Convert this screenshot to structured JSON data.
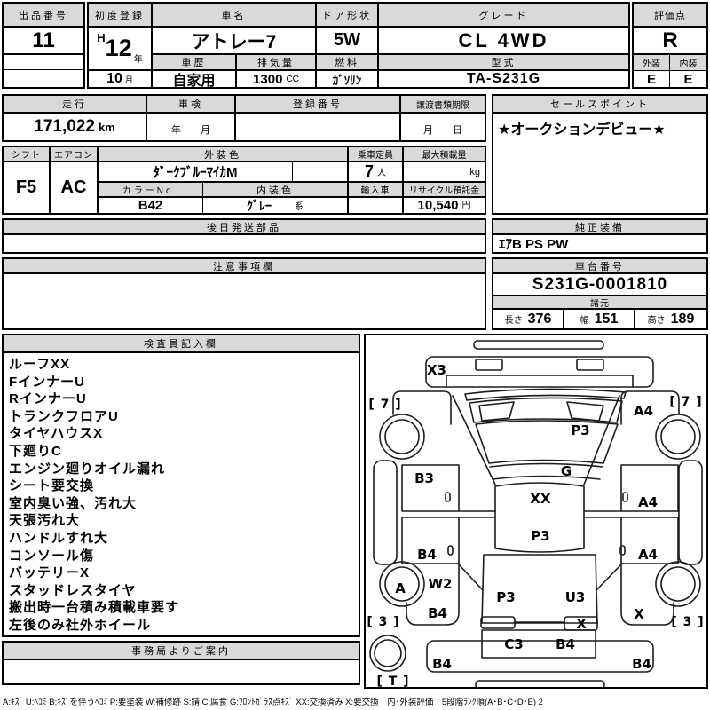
{
  "colors": {
    "header_bg": "#d9d9d9",
    "line": "#000000"
  },
  "header": {
    "auction_no_label": "出品番号",
    "auction_no": "11",
    "first_reg_label": "初度登録",
    "first_reg_era": "H",
    "first_reg_year": "12",
    "first_reg_year_unit": "年",
    "first_reg_month": "10",
    "first_reg_month_unit": "月",
    "car_name_label": "車名",
    "car_name": "アトレー7",
    "door_label": "ドア形状",
    "door": "5W",
    "grade_label": "グレード",
    "grade": "CL 4WD",
    "score_label": "評価点",
    "score": "R",
    "history_label": "車歴",
    "history": "自家用",
    "displacement_label": "排気量",
    "displacement": "1300",
    "displacement_unit": "CC",
    "fuel_label": "燃料",
    "fuel": "ｶﾞｿﾘﾝ",
    "model_label": "型式",
    "model": "TA-S231G",
    "exterior_label": "外装",
    "exterior_grade": "E",
    "interior_label": "内装",
    "interior_grade": "E"
  },
  "row2": {
    "mileage_label": "走行",
    "mileage": "171,022",
    "mileage_unit": "km",
    "shaken_label": "車検",
    "shaken_value": "年　　月",
    "reg_no_label": "登録番号",
    "reg_no": "",
    "transfer_label": "譲渡書類期限",
    "transfer_value": "月　　日",
    "sales_label": "セールスポイント",
    "sales_point": "★オークションデビュー★"
  },
  "row3": {
    "shift_label": "シフト",
    "shift": "F5",
    "aircon_label": "エアコン",
    "aircon": "AC",
    "ext_color_label": "外装色",
    "ext_color": "ﾀﾞｰｸﾌﾞﾙｰﾏｲｶM",
    "color_no_label": "カラーNo.",
    "color_no": "B42",
    "int_color_label": "内装色",
    "int_color": "ｸﾞﾚｰ",
    "int_color_unit": "系",
    "capacity_label": "乗車定員",
    "capacity": "7",
    "capacity_unit": "人",
    "max_load_label": "最大積載量",
    "max_load": "",
    "max_load_unit": "kg",
    "import_label": "輸入車",
    "import_value": "",
    "recycle_label": "リサイクル預託金",
    "recycle": "10,540",
    "recycle_unit": "円"
  },
  "sections": {
    "later_parts_label": "後日発送部品",
    "later_parts": "",
    "equip_label": "純正装備",
    "equip": "ｴｱB PS PW",
    "notes_label": "注意事項欄",
    "notes": "",
    "chassis_label": "車台番号",
    "chassis_no": "S231G-0001810",
    "specs_label": "諸元",
    "length_label": "長さ",
    "length": "376",
    "width_label": "幅",
    "width": "151",
    "height_label": "高さ",
    "height": "189",
    "inspector_label": "検査員記入欄",
    "inspector_notes": [
      "ルーフXX",
      "FインナーU",
      "RインナーU",
      "トランクフロアU",
      "タイヤハウスX",
      "下廻りC",
      "エンジン廻りオイル漏れ",
      "シート要交換",
      "室内臭い強、汚れ大",
      "天張汚れ大",
      "ハンドルすれ大",
      "コンソール傷",
      "バッテリーX",
      "スタッドレスタイヤ",
      "搬出時一台積み積載車要す",
      "左後のみ社外ホイール"
    ],
    "office_label": "事務局よりご案内",
    "office_note": ""
  },
  "diagram": {
    "labels": [
      {
        "id": "front-panel",
        "text": "X3"
      },
      {
        "id": "tire-front-left",
        "text": "[ 7 ]"
      },
      {
        "id": "tire-front-right",
        "text": "[ 7 ]"
      },
      {
        "id": "fender-front-right",
        "text": "A4"
      },
      {
        "id": "windshield",
        "text": "P3"
      },
      {
        "id": "front-glass",
        "text": "G"
      },
      {
        "id": "door-front-left",
        "text": "B3"
      },
      {
        "id": "roof-center",
        "text": "XX"
      },
      {
        "id": "door-front-right",
        "text": "A4"
      },
      {
        "id": "roof-rear",
        "text": "P3"
      },
      {
        "id": "door-rear-left",
        "text": "B4"
      },
      {
        "id": "door-rear-right",
        "text": "A4"
      },
      {
        "id": "wheel-rear-left",
        "text": "A"
      },
      {
        "id": "quarter-left-upper",
        "text": "W2"
      },
      {
        "id": "quarter-left",
        "text": "B4"
      },
      {
        "id": "quarter-right",
        "text": "X"
      },
      {
        "id": "tire-rear-left",
        "text": "[ 3 ]"
      },
      {
        "id": "tire-rear-right",
        "text": "[ 3 ]"
      },
      {
        "id": "tailgate-left",
        "text": "P3"
      },
      {
        "id": "tailgate-right",
        "text": "U3"
      },
      {
        "id": "taillight-right",
        "text": "X"
      },
      {
        "id": "tailgate-lower-left",
        "text": "C3"
      },
      {
        "id": "tailgate-lower-right",
        "text": "B4"
      },
      {
        "id": "bumper-rear-left",
        "text": "B4"
      },
      {
        "id": "bumper-rear-right",
        "text": "B4"
      },
      {
        "id": "spare-tire",
        "text": "[ T ]"
      }
    ]
  },
  "footer": {
    "legend": "A:ｷｽﾞ U:ﾍｺﾐ B:ｷｽﾞを伴うﾍｺﾐ P:要塗装 W:補修跡 S:錆 C:腐食 G:ﾌﾛﾝﾄｶﾞﾗｽ点ｷｽﾞ XX:交換済み X:要交換　内･外装評価　5段階ﾗﾝｸ順(A･B･C･D･E) 2"
  }
}
